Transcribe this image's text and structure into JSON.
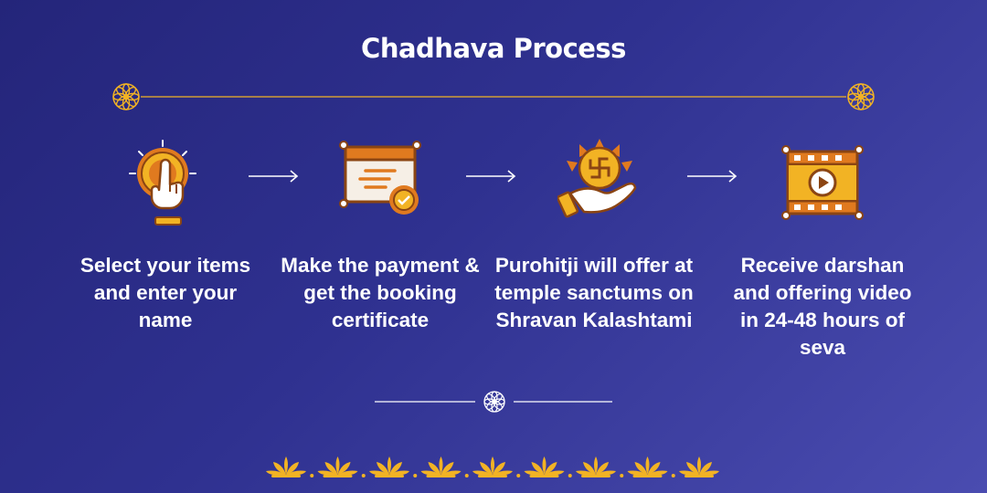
{
  "title": "Chadhava Process",
  "colors": {
    "background_start": "#24257a",
    "background_end": "#4a4cb0",
    "gold": "#f2b324",
    "orange": "#e07a1f",
    "brown": "#8b4513"
  },
  "steps": [
    {
      "icon": "hand-tap-icon",
      "text": "Select your items and enter your name"
    },
    {
      "icon": "certificate-icon",
      "text": "Make the payment & get the booking certificate"
    },
    {
      "icon": "offering-hand-swastika-icon",
      "text": "Purohitji will offer at temple sanctums on Shravan Kalashtami"
    },
    {
      "icon": "video-play-icon",
      "text": "Receive darshan and offering video in 24-48 hours of seva"
    }
  ],
  "arrows": [
    "arrow-right-icon",
    "arrow-right-icon",
    "arrow-right-icon"
  ],
  "decorations": {
    "top_divider": "mandala-divider",
    "mid_divider": "mandala-divider",
    "footer": "lotus-border"
  }
}
